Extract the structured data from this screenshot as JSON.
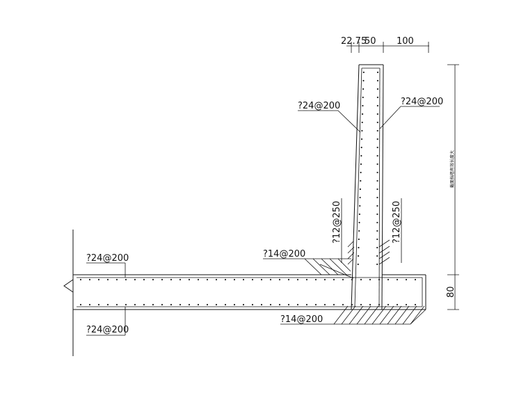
{
  "dimensions": {
    "top_a": "22.75",
    "top_b": "50",
    "top_c": "100",
    "right_height_note": "截面挡墙有效长度大",
    "base_thickness": "80"
  },
  "rebar": {
    "wall_left": "?24@200",
    "wall_right": "?24@200",
    "haunch_left": "?12@250",
    "haunch_right": "?12@250",
    "slab_top_haunch": "?14@200",
    "slab_top": "?24@200",
    "slab_bottom": "?24@200",
    "slab_bottom_haunch": "?14@200"
  }
}
